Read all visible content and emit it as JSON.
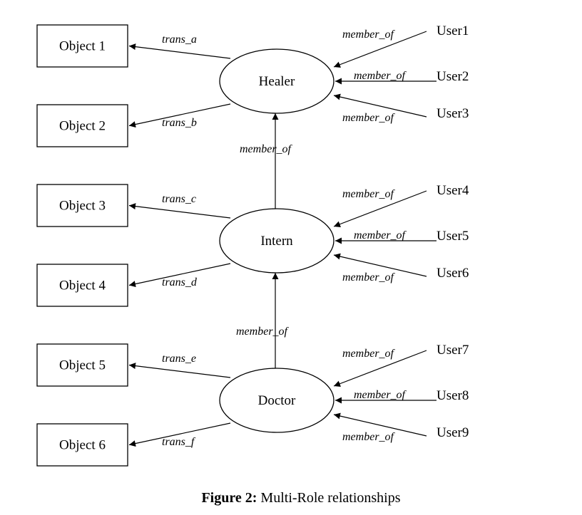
{
  "roles": [
    {
      "id": "healer",
      "label": "Healer"
    },
    {
      "id": "intern",
      "label": "Intern"
    },
    {
      "id": "doctor",
      "label": "Doctor"
    }
  ],
  "objects": [
    {
      "label": "Object 1",
      "role": "healer",
      "transaction": "trans_a"
    },
    {
      "label": "Object 2",
      "role": "healer",
      "transaction": "trans_b"
    },
    {
      "label": "Object 3",
      "role": "intern",
      "transaction": "trans_c"
    },
    {
      "label": "Object 4",
      "role": "intern",
      "transaction": "trans_d"
    },
    {
      "label": "Object 5",
      "role": "doctor",
      "transaction": "trans_e"
    },
    {
      "label": "Object 6",
      "role": "doctor",
      "transaction": "trans_f"
    }
  ],
  "users": [
    {
      "label": "User1",
      "role": "healer",
      "relation": "member_of"
    },
    {
      "label": "User2",
      "role": "healer",
      "relation": "member_of"
    },
    {
      "label": "User3",
      "role": "healer",
      "relation": "member_of"
    },
    {
      "label": "User4",
      "role": "intern",
      "relation": "member_of"
    },
    {
      "label": "User5",
      "role": "intern",
      "relation": "member_of"
    },
    {
      "label": "User6",
      "role": "intern",
      "relation": "member_of"
    },
    {
      "label": "User7",
      "role": "doctor",
      "relation": "member_of"
    },
    {
      "label": "User8",
      "role": "doctor",
      "relation": "member_of"
    },
    {
      "label": "User9",
      "role": "doctor",
      "relation": "member_of"
    }
  ],
  "role_links": [
    {
      "from": "intern",
      "to": "healer",
      "label": "member_of"
    },
    {
      "from": "doctor",
      "to": "intern",
      "label": "member_of"
    }
  ],
  "caption": {
    "prefix": "Figure 2:",
    "text": " Multi-Role relationships"
  }
}
